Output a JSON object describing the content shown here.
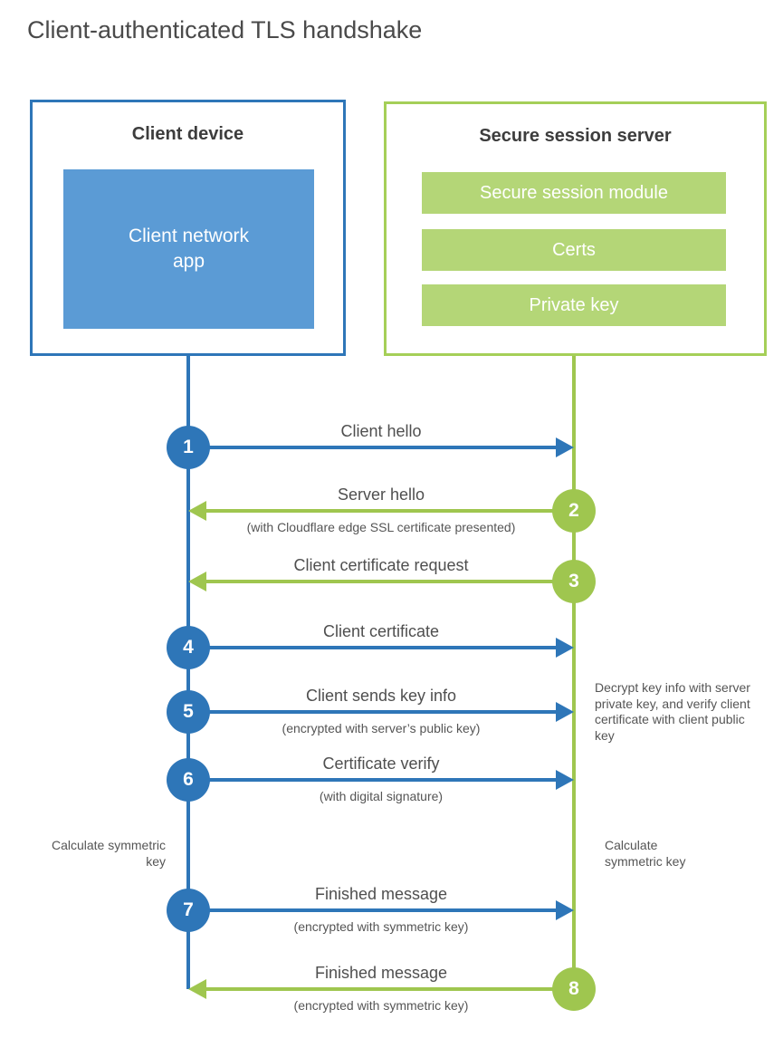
{
  "title": "Client-authenticated TLS handshake",
  "colors": {
    "client_blue": "#2e76b8",
    "client_app_fill": "#5b9bd5",
    "server_green_line": "#9fc64f",
    "server_green_border": "#a5cf58",
    "server_bar_fill": "#b4d677",
    "label_text": "#4f4f4f"
  },
  "client": {
    "title": "Client device",
    "app_label": "Client network app"
  },
  "server": {
    "title": "Secure session server",
    "modules": [
      "Secure session module",
      "Certs",
      "Private key"
    ]
  },
  "steps": [
    {
      "num": "1",
      "label": "Client hello",
      "sublabel": "",
      "direction": "right",
      "color": "blue"
    },
    {
      "num": "2",
      "label": "Server hello",
      "sublabel": "(with Cloudflare edge SSL certificate presented)",
      "direction": "left",
      "color": "green"
    },
    {
      "num": "3",
      "label": "Client certificate request",
      "sublabel": "",
      "direction": "left",
      "color": "green"
    },
    {
      "num": "4",
      "label": "Client certificate",
      "sublabel": "",
      "direction": "right",
      "color": "blue"
    },
    {
      "num": "5",
      "label": "Client sends key info",
      "sublabel": "(encrypted with server’s public key)",
      "direction": "right",
      "color": "blue"
    },
    {
      "num": "6",
      "label": "Certificate verify",
      "sublabel": "(with digital signature)",
      "direction": "right",
      "color": "blue"
    },
    {
      "num": "7",
      "label": "Finished message",
      "sublabel": "(encrypted with symmetric key)",
      "direction": "right",
      "color": "blue"
    },
    {
      "num": "8",
      "label": "Finished message",
      "sublabel": "(encrypted with symmetric key)",
      "direction": "left",
      "color": "green"
    }
  ],
  "notes": {
    "decrypt": "Decrypt key info with server private key, and verify client certificate with client public key",
    "calc_left": "Calculate symmetric key",
    "calc_right": "Calculate symmetric key"
  }
}
